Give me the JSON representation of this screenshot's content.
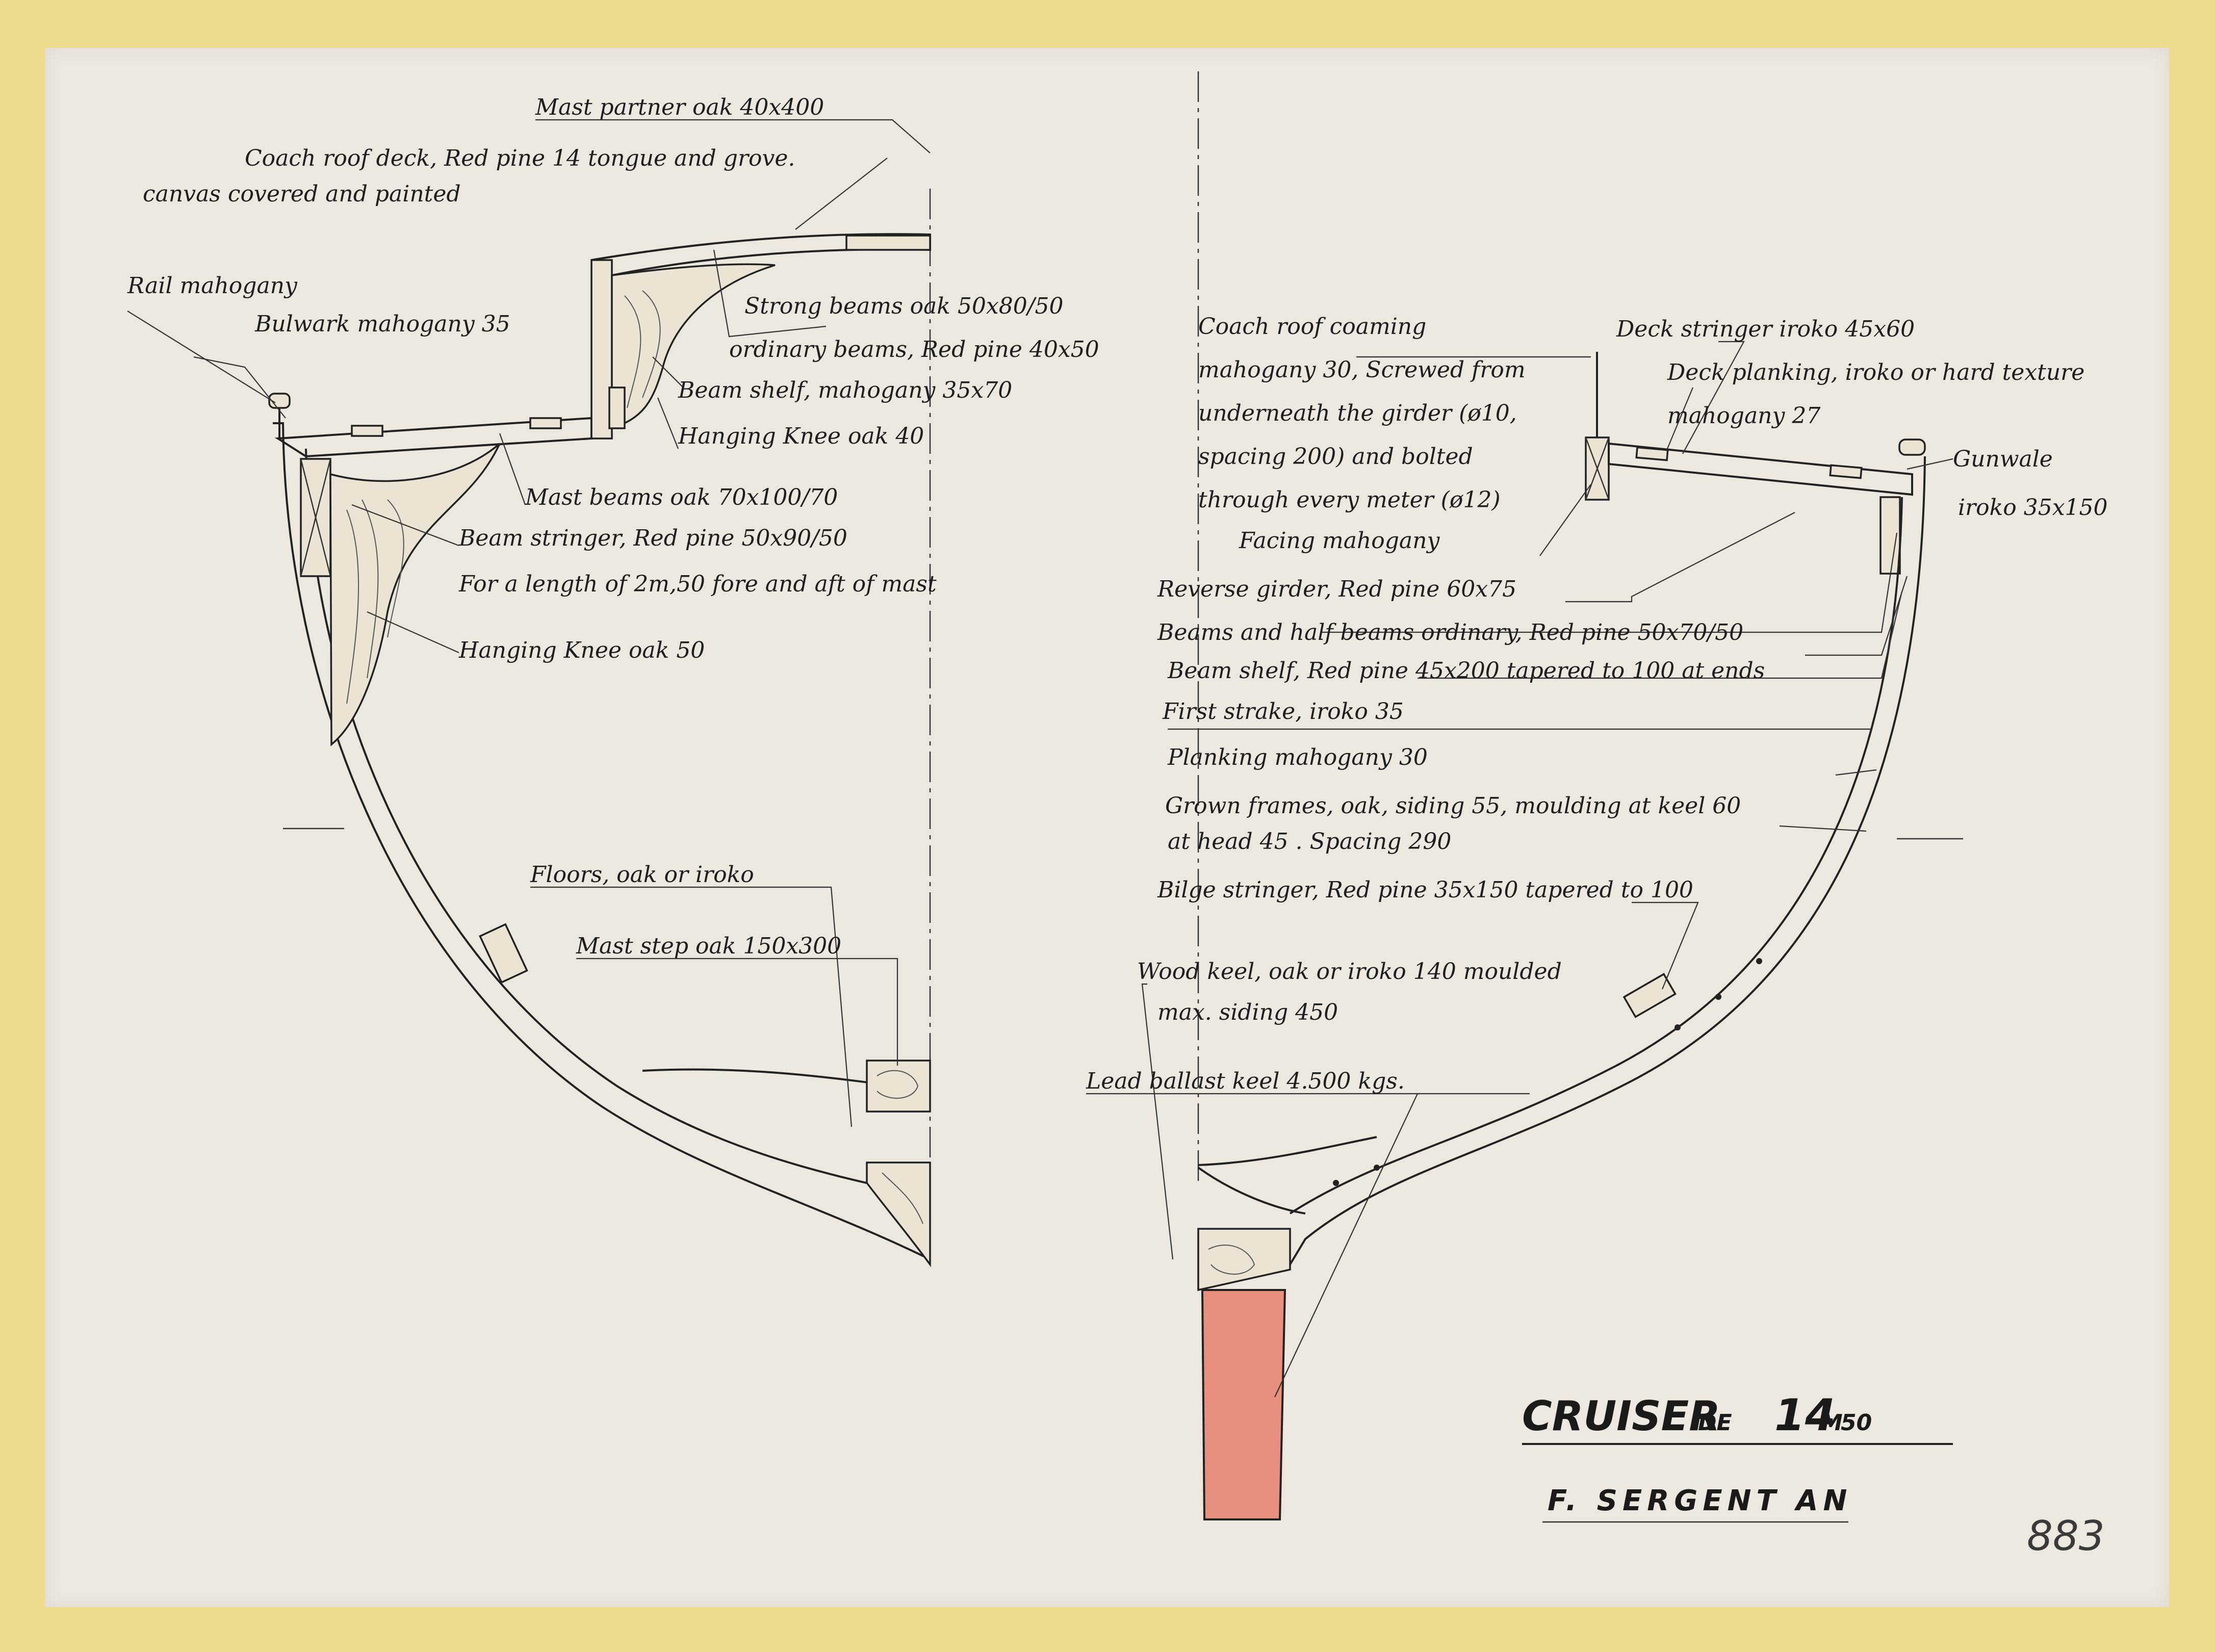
{
  "title": {
    "name": "CRUISER",
    "de": "DE",
    "size_main": "14",
    "size_unit": "M",
    "size_fraction": "50",
    "designer": "F. SERGENT AN",
    "catalog_number": "883"
  },
  "colors": {
    "ink": "#222222",
    "paper": "#ece7df",
    "frame": "#ecdc8c",
    "ballast": "#e88f80"
  },
  "labels_left": [
    {
      "id": "mast-partner",
      "text": "Mast partner oak 40x400"
    },
    {
      "id": "coach-roof-deck",
      "text": "Coach roof deck, Red pine 14 tongue and grove."
    },
    {
      "id": "canvas-covered",
      "text": "canvas covered and painted"
    },
    {
      "id": "rail",
      "text": "Rail mahogany"
    },
    {
      "id": "bulwark",
      "text": "Bulwark mahogany 35"
    },
    {
      "id": "strong-beams",
      "text": "Strong beams oak 50x80/50"
    },
    {
      "id": "ordinary-beams",
      "text": "ordinary beams, Red pine 40x50"
    },
    {
      "id": "beam-shelf-left",
      "text": "Beam shelf, mahogany 35x70"
    },
    {
      "id": "hanging-knee-40",
      "text": "Hanging Knee oak 40"
    },
    {
      "id": "mast-beams",
      "text": "Mast beams oak 70x100/70"
    },
    {
      "id": "beam-stringer",
      "text": "Beam stringer, Red pine 50x90/50"
    },
    {
      "id": "length-note",
      "text": "For a length of 2m,50 fore and aft of mast"
    },
    {
      "id": "hanging-knee-50",
      "text": "Hanging Knee oak 50"
    },
    {
      "id": "floors",
      "text": "Floors, oak or iroko"
    },
    {
      "id": "mast-step",
      "text": "Mast step oak 150x300"
    }
  ],
  "labels_right": [
    {
      "id": "coach-roof-coaming",
      "text": "Coach roof coaming"
    },
    {
      "id": "coaming-2",
      "text": "mahogany 30, Screwed from"
    },
    {
      "id": "coaming-3",
      "text": "underneath the girder (ø10,"
    },
    {
      "id": "coaming-4",
      "text": "spacing 200) and bolted"
    },
    {
      "id": "coaming-5",
      "text": "through every meter (ø12)"
    },
    {
      "id": "facing",
      "text": "Facing mahogany"
    },
    {
      "id": "deck-stringer",
      "text": "Deck stringer iroko 45x60"
    },
    {
      "id": "deck-planking",
      "text": "Deck planking, iroko or hard texture"
    },
    {
      "id": "deck-planking-2",
      "text": "mahogany 27"
    },
    {
      "id": "gunwale",
      "text": "Gunwale"
    },
    {
      "id": "gunwale-2",
      "text": "iroko 35x150"
    },
    {
      "id": "reverse-girder",
      "text": "Reverse girder, Red pine 60x75"
    },
    {
      "id": "beams-half",
      "text": "Beams and half beams ordinary, Red pine 50x70/50"
    },
    {
      "id": "beam-shelf-right",
      "text": "Beam shelf, Red pine 45x200 tapered to 100 at ends"
    },
    {
      "id": "first-strake",
      "text": "First strake, iroko 35"
    },
    {
      "id": "planking",
      "text": "Planking mahogany 30"
    },
    {
      "id": "grown-frames",
      "text": "Grown frames, oak, siding 55, moulding at keel 60"
    },
    {
      "id": "grown-frames-2",
      "text": "at head 45 . Spacing 290"
    },
    {
      "id": "bilge-stringer",
      "text": "Bilge stringer, Red pine 35x150 tapered to 100"
    },
    {
      "id": "wood-keel",
      "text": "Wood keel, oak or iroko 140 moulded"
    },
    {
      "id": "wood-keel-2",
      "text": "max. siding 450"
    },
    {
      "id": "lead-ballast",
      "text": "Lead ballast keel 4.500 kgs."
    }
  ]
}
